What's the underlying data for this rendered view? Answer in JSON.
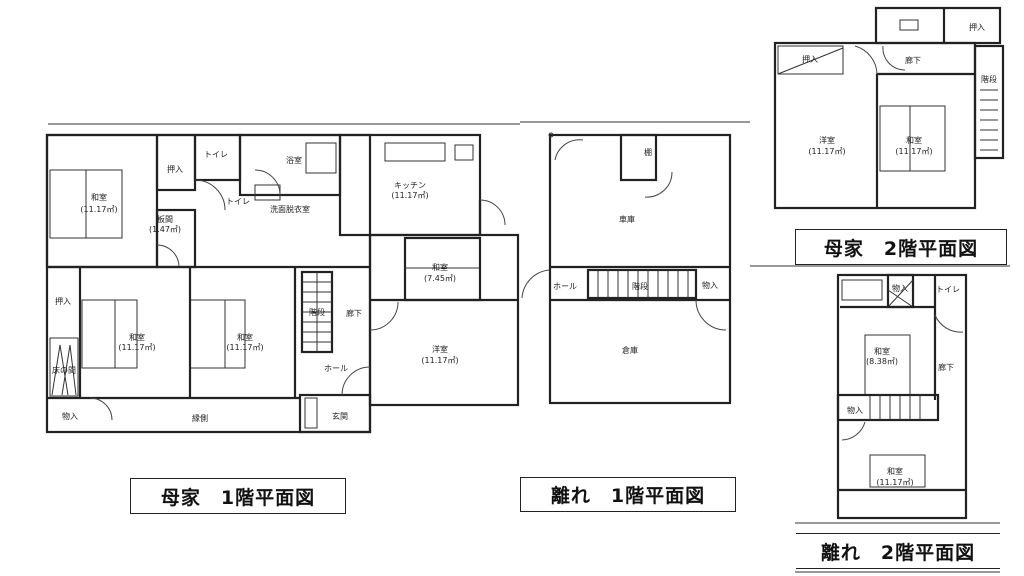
{
  "main_1f": {
    "caption": "母家　1階平面図",
    "rooms": {
      "washitsu_nw": "和室",
      "washitsu_nw_area": "(11.17㎡)",
      "oshiire_n": "押入",
      "toilet_a": "トイレ",
      "toilet_b": "トイレ",
      "bath": "浴室",
      "washroom": "洗面脱衣室",
      "itama": "板間",
      "itama_area": "(1.47㎡)",
      "kitchen": "キッチン",
      "kitchen_area": "(11.17㎡)",
      "corridor": "廊下",
      "washitsu_e": "和室",
      "washitsu_e_area": "(7.45㎡)",
      "youshitsu": "洋室",
      "youshitsu_area": "(11.17㎡)",
      "hall": "ホール",
      "genkan": "玄関",
      "stairs": "階段",
      "oshiire_w": "押入",
      "washitsu_sw": "和室",
      "washitsu_sw_area": "(11.17㎡)",
      "washitsu_s": "和室",
      "washitsu_s_area": "(11.17㎡)",
      "tokonoma": "床の間",
      "monoire": "物入",
      "engawa": "縁側"
    }
  },
  "annex_1f": {
    "caption": "離れ　1階平面図",
    "rooms": {
      "garage": "車庫",
      "shelf": "棚",
      "hall": "ホール",
      "stairs": "階段",
      "monoire": "物入",
      "storage": "倉庫"
    }
  },
  "main_2f": {
    "caption": "母家　2階平面図",
    "rooms": {
      "oshiire_w": "押入",
      "oshiire_e": "押入",
      "corridor": "廊下",
      "stairs": "階段",
      "youshitsu": "洋室",
      "youshitsu_area": "(11.17㎡)",
      "washitsu": "和室",
      "washitsu_area": "(11.17㎡)"
    }
  },
  "annex_2f": {
    "caption": "離れ　2階平面図",
    "rooms": {
      "monoire_n": "物入",
      "toilet": "トイレ",
      "washitsu_n": "和室",
      "washitsu_n_area": "(8.38㎡)",
      "corridor": "廊下",
      "monoire_w": "物入",
      "washitsu_s": "和室",
      "washitsu_s_area": "(11.17㎡)"
    }
  }
}
